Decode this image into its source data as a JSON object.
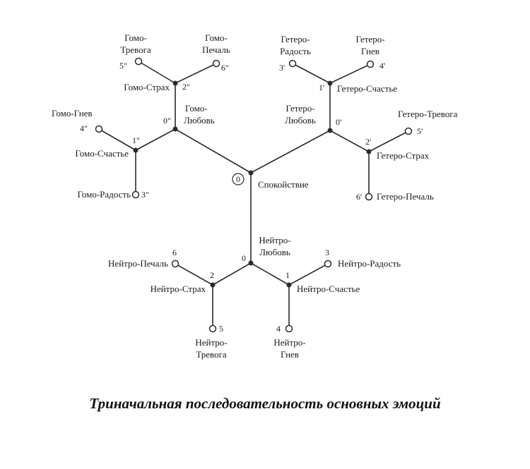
{
  "caption": "Триначальная последовательность основных эмоций",
  "root": {
    "mark": "0",
    "label": "Спокойствие"
  },
  "branches": {
    "homo": {
      "love": {
        "label_1": "Гомо-",
        "label_2": "Любовь",
        "index": "0\""
      },
      "happy": {
        "label": "Гомо-Счастье",
        "index": "1\""
      },
      "fear": {
        "label": "Гомо-Страх",
        "index": "2\""
      },
      "joy": {
        "label": "Гомо-Радость",
        "index": "3\""
      },
      "anger": {
        "label": "Гомо-Гнев",
        "index": "4\""
      },
      "anxiety": {
        "label_1": "Гомо-",
        "label_2": "Тревога",
        "index": "5\""
      },
      "sadness": {
        "label_1": "Гомо-",
        "label_2": "Печаль",
        "index": "6\""
      }
    },
    "hetero": {
      "love": {
        "label_1": "Гетеро-",
        "label_2": "Любовь",
        "index": "0'"
      },
      "happy": {
        "label": "Гетеро-Счастье",
        "index": "1'"
      },
      "fear": {
        "label": "Гетеро-Страх",
        "index": "2'"
      },
      "joy": {
        "label_1": "Гетеро-",
        "label_2": "Радость",
        "index": "3'"
      },
      "anger": {
        "label_1": "Гетеро-",
        "label_2": "Гнев",
        "index": "4'"
      },
      "anxiety": {
        "label": "Гетеро-Тревога",
        "index": "5'"
      },
      "sadness": {
        "label": "Гетеро-Печаль",
        "index": "6'"
      }
    },
    "neutro": {
      "love": {
        "label_1": "Нейтро-",
        "label_2": "Любовь",
        "index": "0"
      },
      "happy": {
        "label": "Нейтро-Счастье",
        "index": "1"
      },
      "fear": {
        "label": "Нейтро-Страх",
        "index": "2"
      },
      "joy": {
        "label": "Нейтро-Радость",
        "index": "3"
      },
      "anger": {
        "label_1": "Нейтро-",
        "label_2": "Гнев",
        "index": "4"
      },
      "anxiety": {
        "label_1": "Нейтро-",
        "label_2": "Тревога",
        "index": "5"
      },
      "sadness": {
        "label": "Нейтро-Печаль",
        "index": "6"
      }
    }
  }
}
